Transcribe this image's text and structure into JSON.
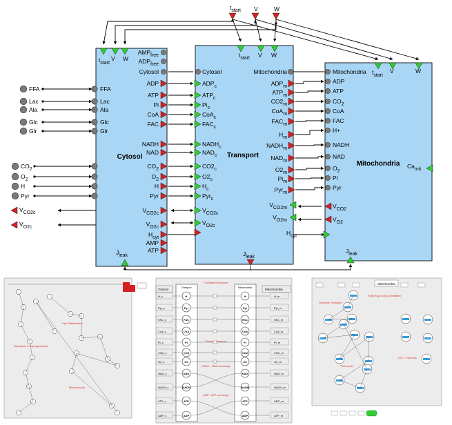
{
  "top_inputs": [
    {
      "label": "t",
      "sub": "start"
    },
    {
      "label": "V",
      "sub": ""
    },
    {
      "label": "W",
      "sub": ""
    }
  ],
  "cytosol": {
    "title": "Cytosol",
    "top_ports": [
      {
        "label": "t",
        "sub": "start"
      },
      {
        "label": "V",
        "sub": ""
      },
      {
        "label": "W",
        "sub": ""
      }
    ],
    "left_ports": [
      {
        "label": "FFA",
        "sub": ""
      },
      {
        "label": "Lac",
        "sub": ""
      },
      {
        "label": "Ala",
        "sub": ""
      },
      {
        "label": "Glc",
        "sub": ""
      },
      {
        "label": "Glr",
        "sub": ""
      },
      {
        "label": "CO",
        "sub": "2"
      },
      {
        "label": "O",
        "sub": "2"
      },
      {
        "label": "H",
        "sub": ""
      },
      {
        "label": "Pyr",
        "sub": ""
      },
      {
        "label": "V",
        "sub": "CO2c"
      },
      {
        "label": "V",
        "sub": "O2c"
      }
    ],
    "right_ports": [
      {
        "label": "AMP",
        "sub": "free"
      },
      {
        "label": "ADP",
        "sub": "free"
      },
      {
        "label": "Cytosol",
        "sub": ""
      },
      {
        "label": "ADP",
        "sub": ""
      },
      {
        "label": "ATP",
        "sub": ""
      },
      {
        "label": "Pi",
        "sub": ""
      },
      {
        "label": "CoA",
        "sub": ""
      },
      {
        "label": "FAC",
        "sub": ""
      },
      {
        "label": "NADH",
        "sub": ""
      },
      {
        "label": "NAD",
        "sub": ""
      },
      {
        "label": "CO",
        "sub": "2"
      },
      {
        "label": "O",
        "sub": "2"
      },
      {
        "label": "H",
        "sub": ""
      },
      {
        "label": "Pyr",
        "sub": ""
      },
      {
        "label": "V",
        "sub": "CO2c"
      },
      {
        "label": "V",
        "sub": "O2c"
      },
      {
        "label": "H",
        "sub": "cyt"
      },
      {
        "label": "AMP",
        "sub": ""
      },
      {
        "label": "ATP",
        "sub": ""
      }
    ],
    "bottom_port": {
      "label": "J",
      "sub": "leak"
    }
  },
  "transport": {
    "title": "Transport",
    "left_ports": [
      {
        "label": "Cytosol",
        "sub": ""
      },
      {
        "label": "ADP",
        "sub": "c"
      },
      {
        "label": "ATP",
        "sub": "c"
      },
      {
        "label": "Pi",
        "sub": "c"
      },
      {
        "label": "CoA",
        "sub": "c"
      },
      {
        "label": "FAC",
        "sub": "c"
      },
      {
        "label": "NADH",
        "sub": "c"
      },
      {
        "label": "NAD",
        "sub": "c"
      },
      {
        "label": "CO2",
        "sub": "c"
      },
      {
        "label": "O2",
        "sub": "c"
      },
      {
        "label": "H",
        "sub": "c"
      },
      {
        "label": "Pyr",
        "sub": "c"
      },
      {
        "label": "V",
        "sub": "CO2c"
      },
      {
        "label": "V",
        "sub": "O2c"
      }
    ],
    "top_ports": [
      {
        "label": "t",
        "sub": "start"
      },
      {
        "label": "V",
        "sub": ""
      },
      {
        "label": "W",
        "sub": ""
      }
    ],
    "right_ports": [
      {
        "label": "Mitochondria",
        "sub": ""
      },
      {
        "label": "ADP",
        "sub": "m"
      },
      {
        "label": "ATP",
        "sub": "m"
      },
      {
        "label": "CO2",
        "sub": "m"
      },
      {
        "label": "CoA",
        "sub": "m"
      },
      {
        "label": "FAC",
        "sub": "m"
      },
      {
        "label": "H",
        "sub": "m"
      },
      {
        "label": "NADH",
        "sub": "m"
      },
      {
        "label": "NAD",
        "sub": "m"
      },
      {
        "label": "O2",
        "sub": "m"
      },
      {
        "label": "Pi",
        "sub": "m"
      },
      {
        "label": "Pyr",
        "sub": "m"
      },
      {
        "label": "V",
        "sub": "CO2m"
      },
      {
        "label": "V",
        "sub": "O2m"
      }
    ],
    "h_cyt": {
      "label": "H",
      "sub": "cyt"
    },
    "bottom_port": {
      "label": "J",
      "sub": "leak"
    }
  },
  "mitochondria": {
    "title": "Mitochondria",
    "left_ports": [
      {
        "label": "Mitochondria",
        "sub": ""
      },
      {
        "label": "ADP",
        "sub": ""
      },
      {
        "label": "ATP",
        "sub": ""
      },
      {
        "label": "CO",
        "sub": "2"
      },
      {
        "label": "CoA",
        "sub": ""
      },
      {
        "label": "FAC",
        "sub": ""
      },
      {
        "label": "H+",
        "sub": ""
      },
      {
        "label": "NADH",
        "sub": ""
      },
      {
        "label": "NAD",
        "sub": ""
      },
      {
        "label": "O",
        "sub": "2"
      },
      {
        "label": "Pi",
        "sub": ""
      },
      {
        "label": "Pyr",
        "sub": ""
      },
      {
        "label": "V",
        "sub": "CO2"
      },
      {
        "label": "V",
        "sub": "O2"
      }
    ],
    "top_ports": [
      {
        "label": "t",
        "sub": "start"
      },
      {
        "label": "V",
        "sub": ""
      },
      {
        "label": "W",
        "sub": ""
      }
    ],
    "ca_port": {
      "label": "Ca",
      "sub": "mit"
    },
    "bottom_port": {
      "label": "J",
      "sub": "leak"
    }
  },
  "thumb_left": {
    "texts": [
      "Glycolysis & Glycogenolysis",
      "Lipid Metabolism",
      "Mitochondria"
    ]
  },
  "thumb_middle": {
    "cytosol_header": "Cytosol",
    "transport_header": "Transport",
    "mito_header": "Mitochondria",
    "section_titles": [
      "Facilitated transport",
      "Passive transport",
      "NADH - NAD exchange",
      "ADP - ATP exchange"
    ],
    "left_labels": [
      "H_c",
      "Pyr_c",
      "FAC_c",
      "CoA_c",
      "Pi_c",
      "CO2_c",
      "O2_c",
      "NAD_c",
      "NADH_c",
      "ATP_c",
      "ADP_c"
    ],
    "node_labels": [
      "H",
      "Pyr",
      "FAC",
      "CoA",
      "Pi",
      "CO2",
      "O2",
      "NAD",
      "NADH",
      "ATP",
      "ADP"
    ],
    "right_labels": [
      "H_m",
      "Pyr_m",
      "FAC_m",
      "CoA_m",
      "Pi_m",
      "CO2_m",
      "O2_m",
      "NAD_m",
      "NADH_m",
      "ADP_m",
      "ATP_m"
    ]
  },
  "thumb_right": {
    "header": "Mitochondria",
    "texts": [
      "Fatty Acyl-CoA β-Oxidation",
      "Pyruvate Oxidation",
      "TCA Cycle",
      "ETC + OxPhos"
    ]
  },
  "colors": {
    "block_fill": "#a9d6f5",
    "port_green": "#2fcf2f",
    "port_red": "#d42020",
    "node_gray": "#7a7a7a",
    "thumb_bg": "#ececec"
  }
}
